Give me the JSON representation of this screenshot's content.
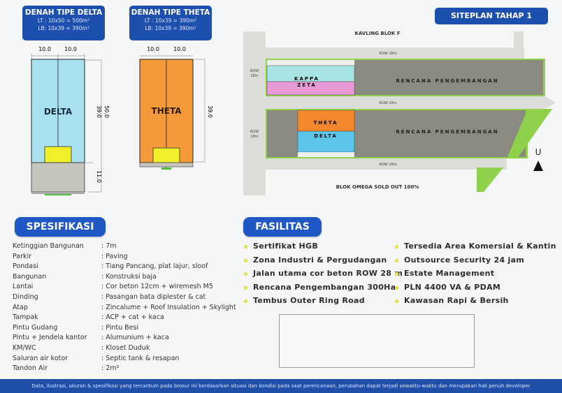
{
  "plans": [
    {
      "title": "DENAH TIPE DELTA",
      "lt": "LT : 10x50 = 500m²",
      "lb": "LB: 10x39 = 390m²",
      "name": "DELTA",
      "widths": [
        "10.0",
        "10.0"
      ],
      "dims": [
        "39.0",
        "50.0",
        "11.0"
      ],
      "color": "#a9e0f0"
    },
    {
      "title": "DENAH TIPE THETA",
      "lt": "LT : 10x39 = 390m²",
      "lb": "LB: 10x39 = 390m²",
      "name": "THETA",
      "widths": [
        "10.0",
        "10.0"
      ],
      "dims": [
        "39.0"
      ],
      "color": "#f59a3a"
    }
  ],
  "siteplan": {
    "title": "SITEPLAN TAHAP 1",
    "top_label": "KAVLING BLOK F",
    "bottom_label": "BLOK OMEGA SOLD OUT 100%",
    "roads": {
      "top": "ROW 18m",
      "middle": "ROW 24m",
      "bottom": "ROW 18m",
      "left1": "ROW",
      "left1b": "18m",
      "left2": "ROW",
      "left2b": "18m"
    },
    "blocks": {
      "kappa": "KAPPA",
      "zeta": "ZETA",
      "theta": "THETA",
      "delta": "DELTA",
      "dev1": "RENCANA PENGEMBANGAN",
      "dev2": "RENCANA PENGEMBANGAN"
    },
    "north": "U",
    "colors": {
      "kappa": "#a8e4e4",
      "zeta": "#e79ad6",
      "theta": "#f2872e",
      "delta": "#5cc6ea",
      "dev": "#8a8a80",
      "green": "#8fd14a"
    }
  },
  "spesifikasi": {
    "title": "SPESIFIKASI",
    "rows": [
      {
        "k": "Ketinggian Bangunan",
        "v": ": 7m"
      },
      {
        "k": "Parkir",
        "v": ": Paving"
      },
      {
        "k": "Pondasi",
        "v": ": Tiang Pancang, plat lajur, sloof"
      },
      {
        "k": "Bangunan",
        "v": ": Konstruksi baja"
      },
      {
        "k": "Lantai",
        "v": ": Cor beton 12cm + wiremesh M5"
      },
      {
        "k": "Dinding",
        "v": ": Pasangan bata diplester & cat"
      },
      {
        "k": "Atap",
        "v": ": Zincalume + Roof Insulation + Skylight"
      },
      {
        "k": "Tampak",
        "v": ": ACP + cat + kaca"
      },
      {
        "k": "Pintu Gudang",
        "v": ": Pintu Besi"
      },
      {
        "k": "Pintu + Jendela kantor",
        "v": ": Alumunium + kaca"
      },
      {
        "k": "KM/WC",
        "v": ": Kloset Duduk"
      },
      {
        "k": "Saluran air kotor",
        "v": ": Septic tank & resapan"
      },
      {
        "k": "Tandon Air",
        "v": ": 2m³"
      }
    ]
  },
  "fasilitas": {
    "title": "FASILITAS",
    "col1": [
      "Sertifikat HGB",
      "Zona Industri & Pergudangan",
      "Jalan utama cor beton ROW 28 m",
      "Rencana Pengembangan 300Ha",
      "Tembus Outer Ring Road"
    ],
    "col2": [
      "Tersedia Area Komersial & Kantin",
      "Outsource Security 24 jam",
      "Estate Management",
      "PLN 4400 VA & PDAM",
      "Kawasan Rapi & Bersih"
    ]
  },
  "footer": "Data, ilustrasi, ukuran & spesifikasi yang tercantum pada brosur ini berdasarkan situasi dan kondisi pada saat perencanaan, perubahan dapat terjadi sewaktu-waktu dan merupakan hak penuh developer"
}
